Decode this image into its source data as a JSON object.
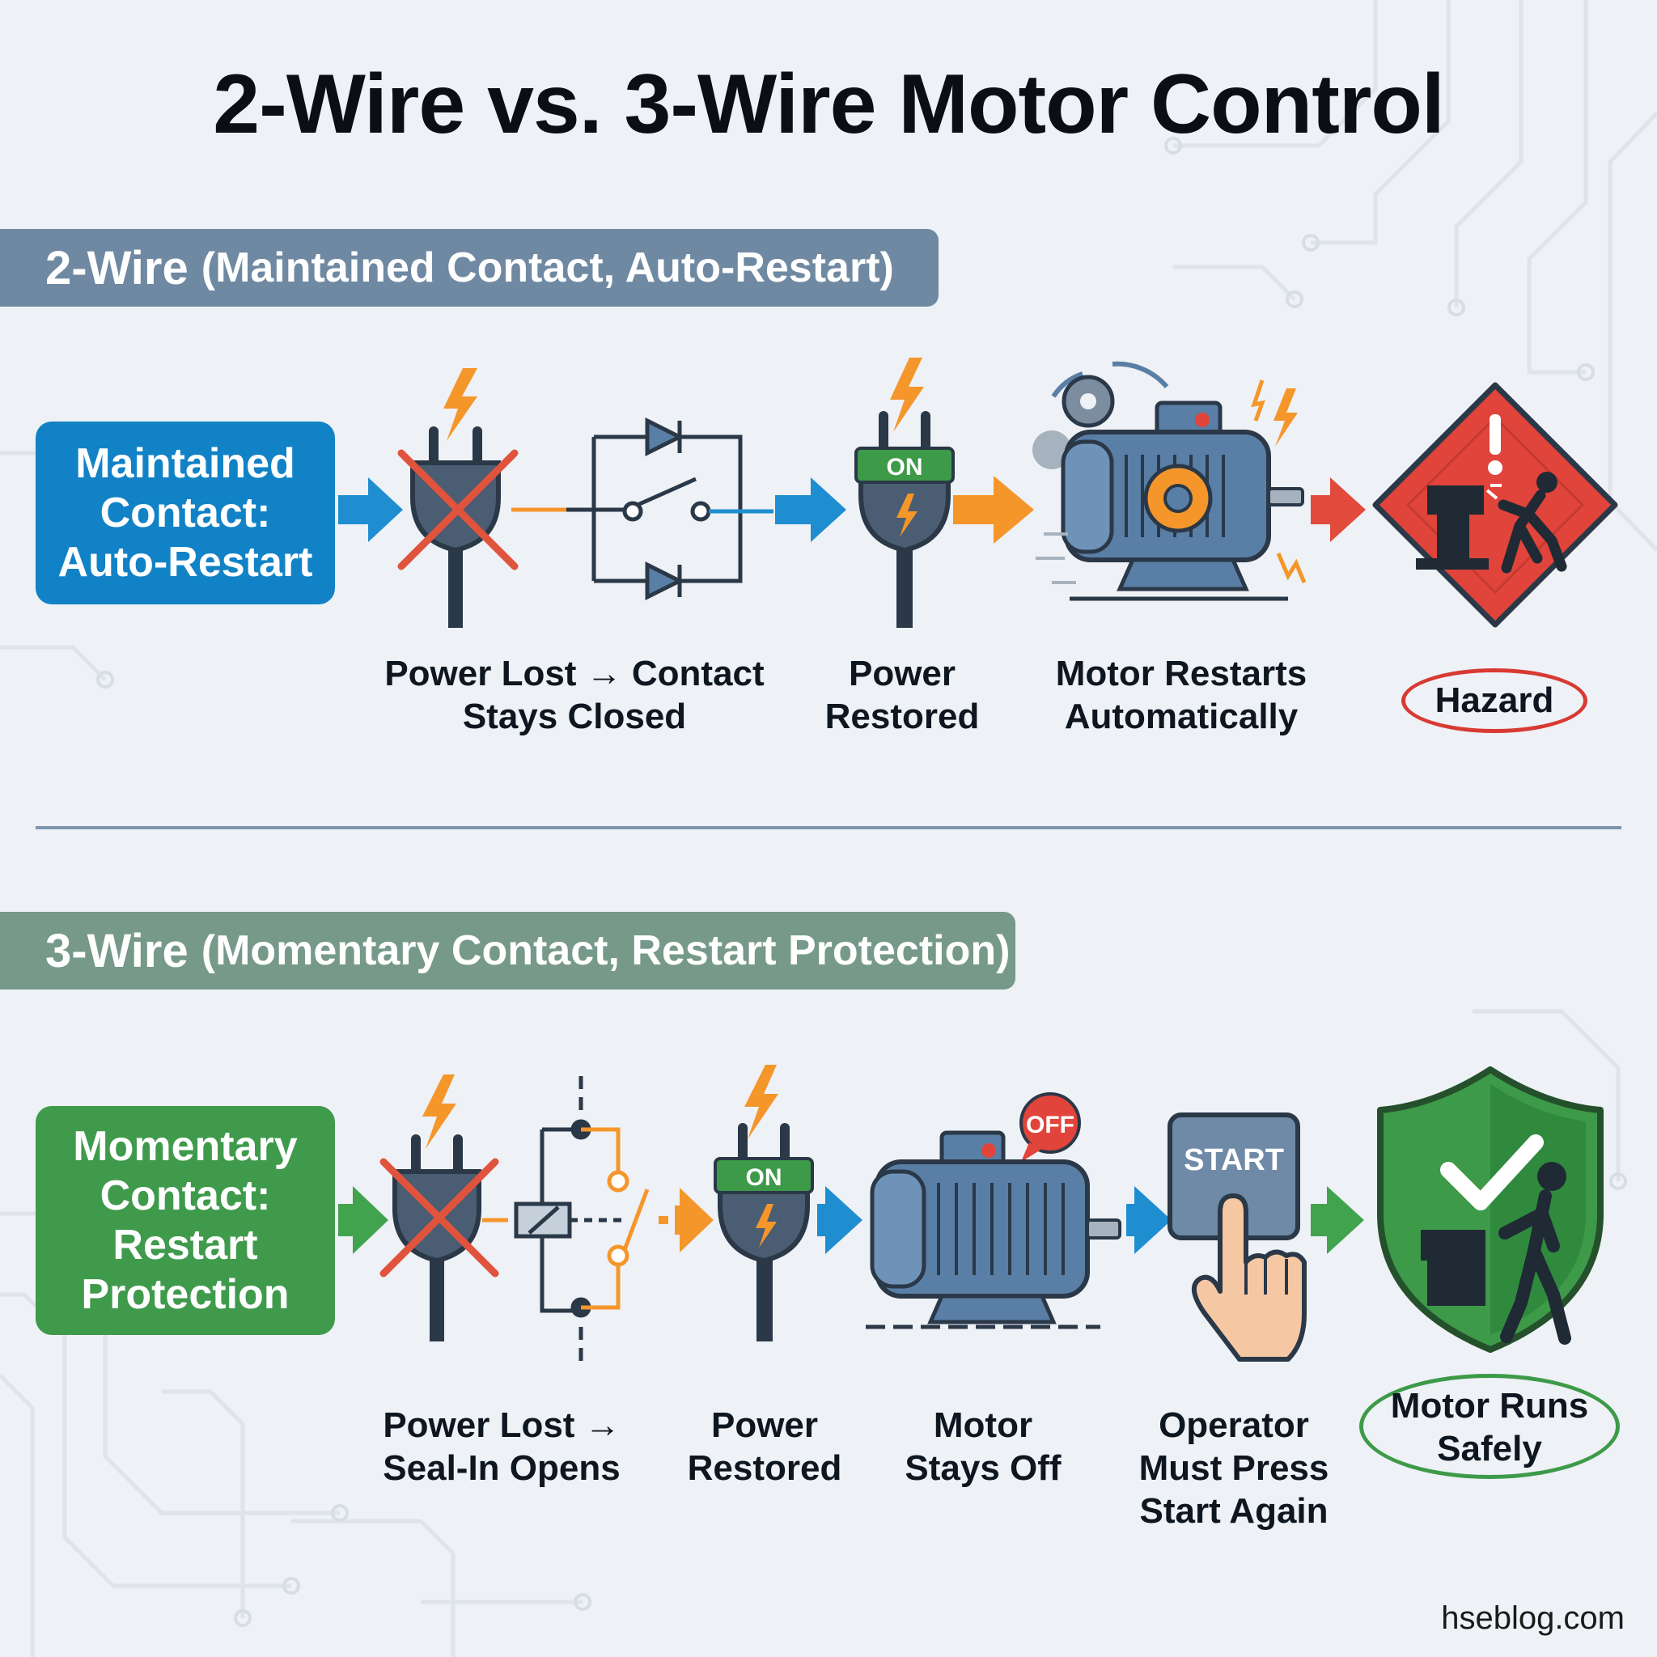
{
  "title": "2-Wire vs. 3-Wire Motor Control",
  "two_wire": {
    "heading": "2-Wire",
    "subheading": "(Maintained Contact, Auto-Restart)",
    "side_label": [
      "Maintained",
      "Contact:",
      "Auto-Restart"
    ],
    "on_badge": "ON",
    "steps": [
      {
        "lines": [
          "Power Lost → Contact",
          "Stays Closed"
        ]
      },
      {
        "lines": [
          "Power",
          "Restored"
        ]
      },
      {
        "lines": [
          "Motor Restarts",
          "Automatically"
        ]
      },
      {
        "lines": [
          "Hazard"
        ]
      }
    ]
  },
  "three_wire": {
    "heading": "3-Wire",
    "subheading": "(Momentary Contact, Restart Protection)",
    "side_label": [
      "Momentary",
      "Contact:",
      "Restart",
      "Protection"
    ],
    "on_badge": "ON",
    "off_badge": "OFF",
    "start_button": "START",
    "steps": [
      {
        "lines": [
          "Power Lost →",
          "Seal-In Opens"
        ]
      },
      {
        "lines": [
          "Power",
          "Restored"
        ]
      },
      {
        "lines": [
          "Motor",
          "Stays Off"
        ]
      },
      {
        "lines": [
          "Operator",
          "Must Press",
          "Start Again"
        ]
      },
      {
        "lines": [
          "Motor Runs",
          "Safely"
        ]
      }
    ]
  },
  "footer": "hseblog.com",
  "colors": {
    "two_wire_banner": "#6f89a2",
    "three_wire_banner": "#76998a",
    "two_wire_box": "#1282c6",
    "three_wire_box": "#3f9a4c",
    "hazard_red": "#e0443a",
    "safe_green": "#3d9a48",
    "arrow_blue": "#1f8ed0",
    "arrow_orange": "#f5962b",
    "arrow_red": "#e24a3b",
    "arrow_green": "#42a34f",
    "motor_blue": "#5a7fa6",
    "dark": "#2a3848"
  }
}
